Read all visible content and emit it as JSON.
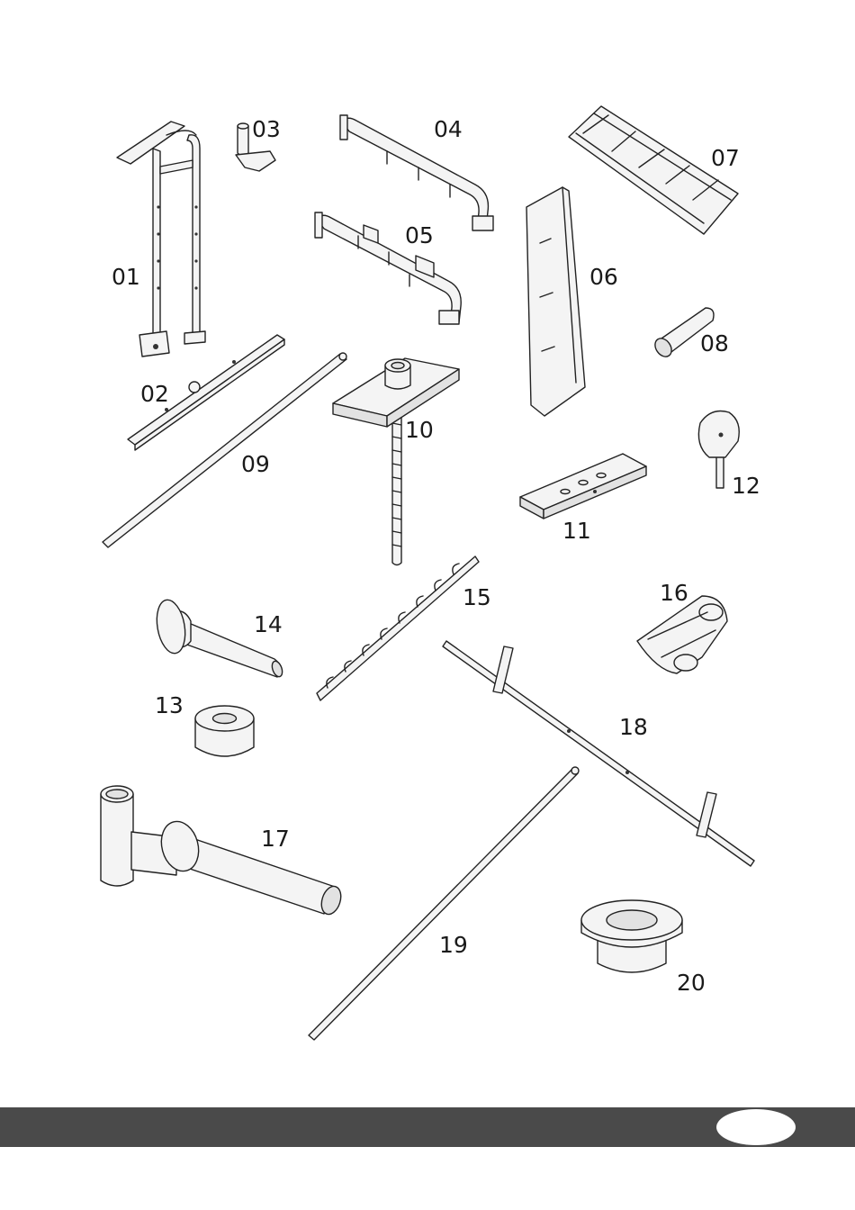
{
  "parts": [
    {
      "id": "part-01",
      "label": "01"
    },
    {
      "id": "part-02",
      "label": "02"
    },
    {
      "id": "part-03",
      "label": "03"
    },
    {
      "id": "part-04",
      "label": "04"
    },
    {
      "id": "part-05",
      "label": "05"
    },
    {
      "id": "part-06",
      "label": "06"
    },
    {
      "id": "part-07",
      "label": "07"
    },
    {
      "id": "part-08",
      "label": "08"
    },
    {
      "id": "part-09",
      "label": "09"
    },
    {
      "id": "part-10",
      "label": "10"
    },
    {
      "id": "part-11",
      "label": "11"
    },
    {
      "id": "part-12",
      "label": "12"
    },
    {
      "id": "part-13",
      "label": "13"
    },
    {
      "id": "part-14",
      "label": "14"
    },
    {
      "id": "part-15",
      "label": "15"
    },
    {
      "id": "part-16",
      "label": "16"
    },
    {
      "id": "part-17",
      "label": "17"
    },
    {
      "id": "part-18",
      "label": "18"
    },
    {
      "id": "part-19",
      "label": "19"
    },
    {
      "id": "part-20",
      "label": "20"
    }
  ],
  "footer": {
    "page_number": ""
  }
}
